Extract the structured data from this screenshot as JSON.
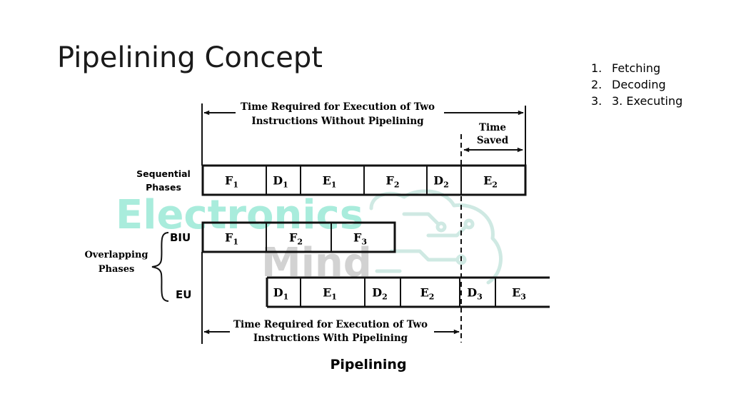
{
  "slide": {
    "title": "Pipelining Concept",
    "list": [
      {
        "num": "1.",
        "text": "Fetching"
      },
      {
        "num": "2.",
        "text": "Decoding"
      },
      {
        "num": "3.",
        "text": "3. Executing"
      }
    ]
  },
  "diagram": {
    "top_label": [
      "Time Required for Execution of Two",
      "Instructions Without Pipelining"
    ],
    "time_saved": [
      "Time",
      "Saved"
    ],
    "sequential_label": [
      "Sequential",
      "Phases"
    ],
    "sequential_phases": [
      {
        "letter": "F",
        "sub": "1"
      },
      {
        "letter": "D",
        "sub": "1"
      },
      {
        "letter": "E",
        "sub": "1"
      },
      {
        "letter": "F",
        "sub": "2"
      },
      {
        "letter": "D",
        "sub": "2"
      },
      {
        "letter": "E",
        "sub": "2"
      }
    ],
    "overlapping_label": [
      "Overlapping",
      "Phases"
    ],
    "biu_label": "BIU",
    "eu_label": "EU",
    "biu_phases": [
      {
        "letter": "F",
        "sub": "1"
      },
      {
        "letter": "F",
        "sub": "2"
      },
      {
        "letter": "F",
        "sub": "3"
      }
    ],
    "eu_phases": [
      {
        "letter": "D",
        "sub": "1"
      },
      {
        "letter": "E",
        "sub": "1"
      },
      {
        "letter": "D",
        "sub": "2"
      },
      {
        "letter": "E",
        "sub": "2"
      },
      {
        "letter": "D",
        "sub": "3"
      },
      {
        "letter": "E",
        "sub": "3"
      }
    ],
    "bottom_label": [
      "Time Required for Execution of Two",
      "Instructions With Pipelining"
    ],
    "caption": "Pipelining",
    "watermark": [
      "Electronics",
      "Mind"
    ],
    "watermark_colors": {
      "first": "#a9ecdc",
      "second": "#d2d2d2"
    },
    "line_color": "#111111"
  }
}
